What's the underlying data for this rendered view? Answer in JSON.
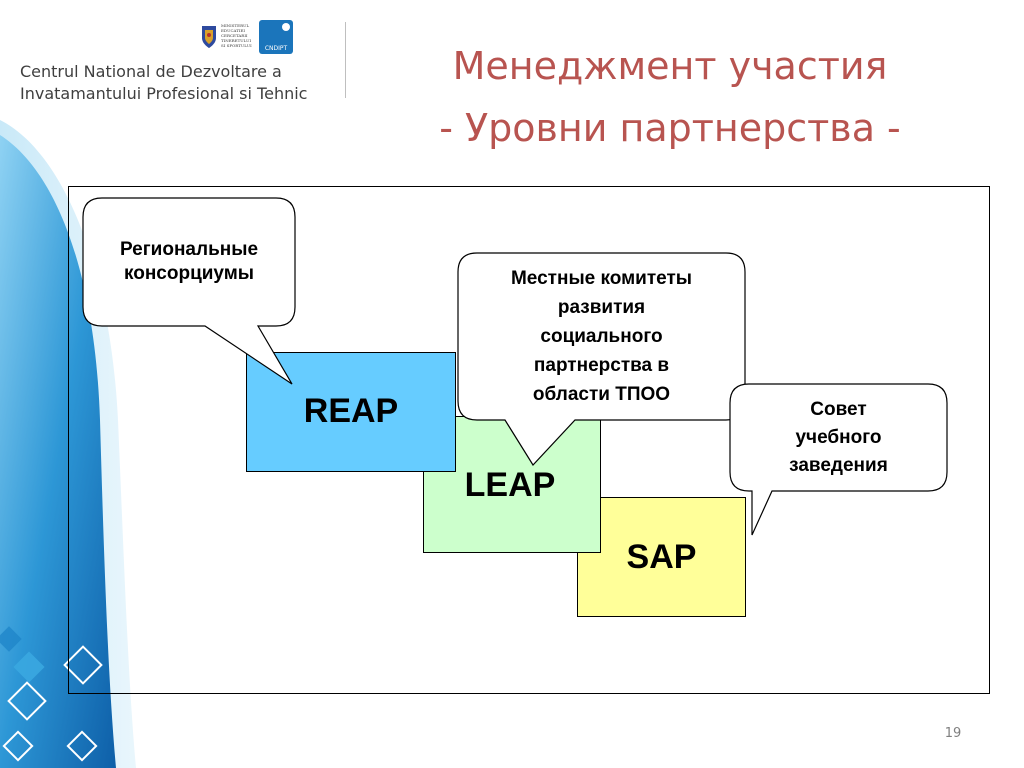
{
  "header": {
    "org_name_line1": "Centrul National de Dezvoltare a",
    "org_name_line2": "Invatamantului Profesional si Tehnic",
    "ministry_logo_text": [
      "MINISTERUL",
      "EDUCATIEI",
      "CERCETARII",
      "TINERETULUI",
      "SI SPORTULUI"
    ],
    "cndipt_logo_text": "CNDIPT"
  },
  "slide": {
    "title_line1": "Менеджмент участия",
    "title_line2": "- Уровни партнерства -",
    "page_number": "19"
  },
  "diagram": {
    "boxes": {
      "reap": {
        "label": "REAP",
        "color": "#66ccff"
      },
      "leap": {
        "label": "LEAP",
        "color": "#ccffcc"
      },
      "sap": {
        "label": "SAP",
        "color": "#ffff99"
      }
    },
    "callouts": {
      "regional": [
        "Региональные",
        "консорциумы"
      ],
      "local": [
        "Местные комитеты",
        "развития",
        "социального",
        "партнерства в",
        "области ТПОО"
      ],
      "school": [
        "Совет",
        "учебного",
        "заведения"
      ]
    }
  },
  "colors": {
    "title": "#b85450",
    "accent_blue": "#1a7cc1",
    "logo_blue": "#1b75bb"
  }
}
